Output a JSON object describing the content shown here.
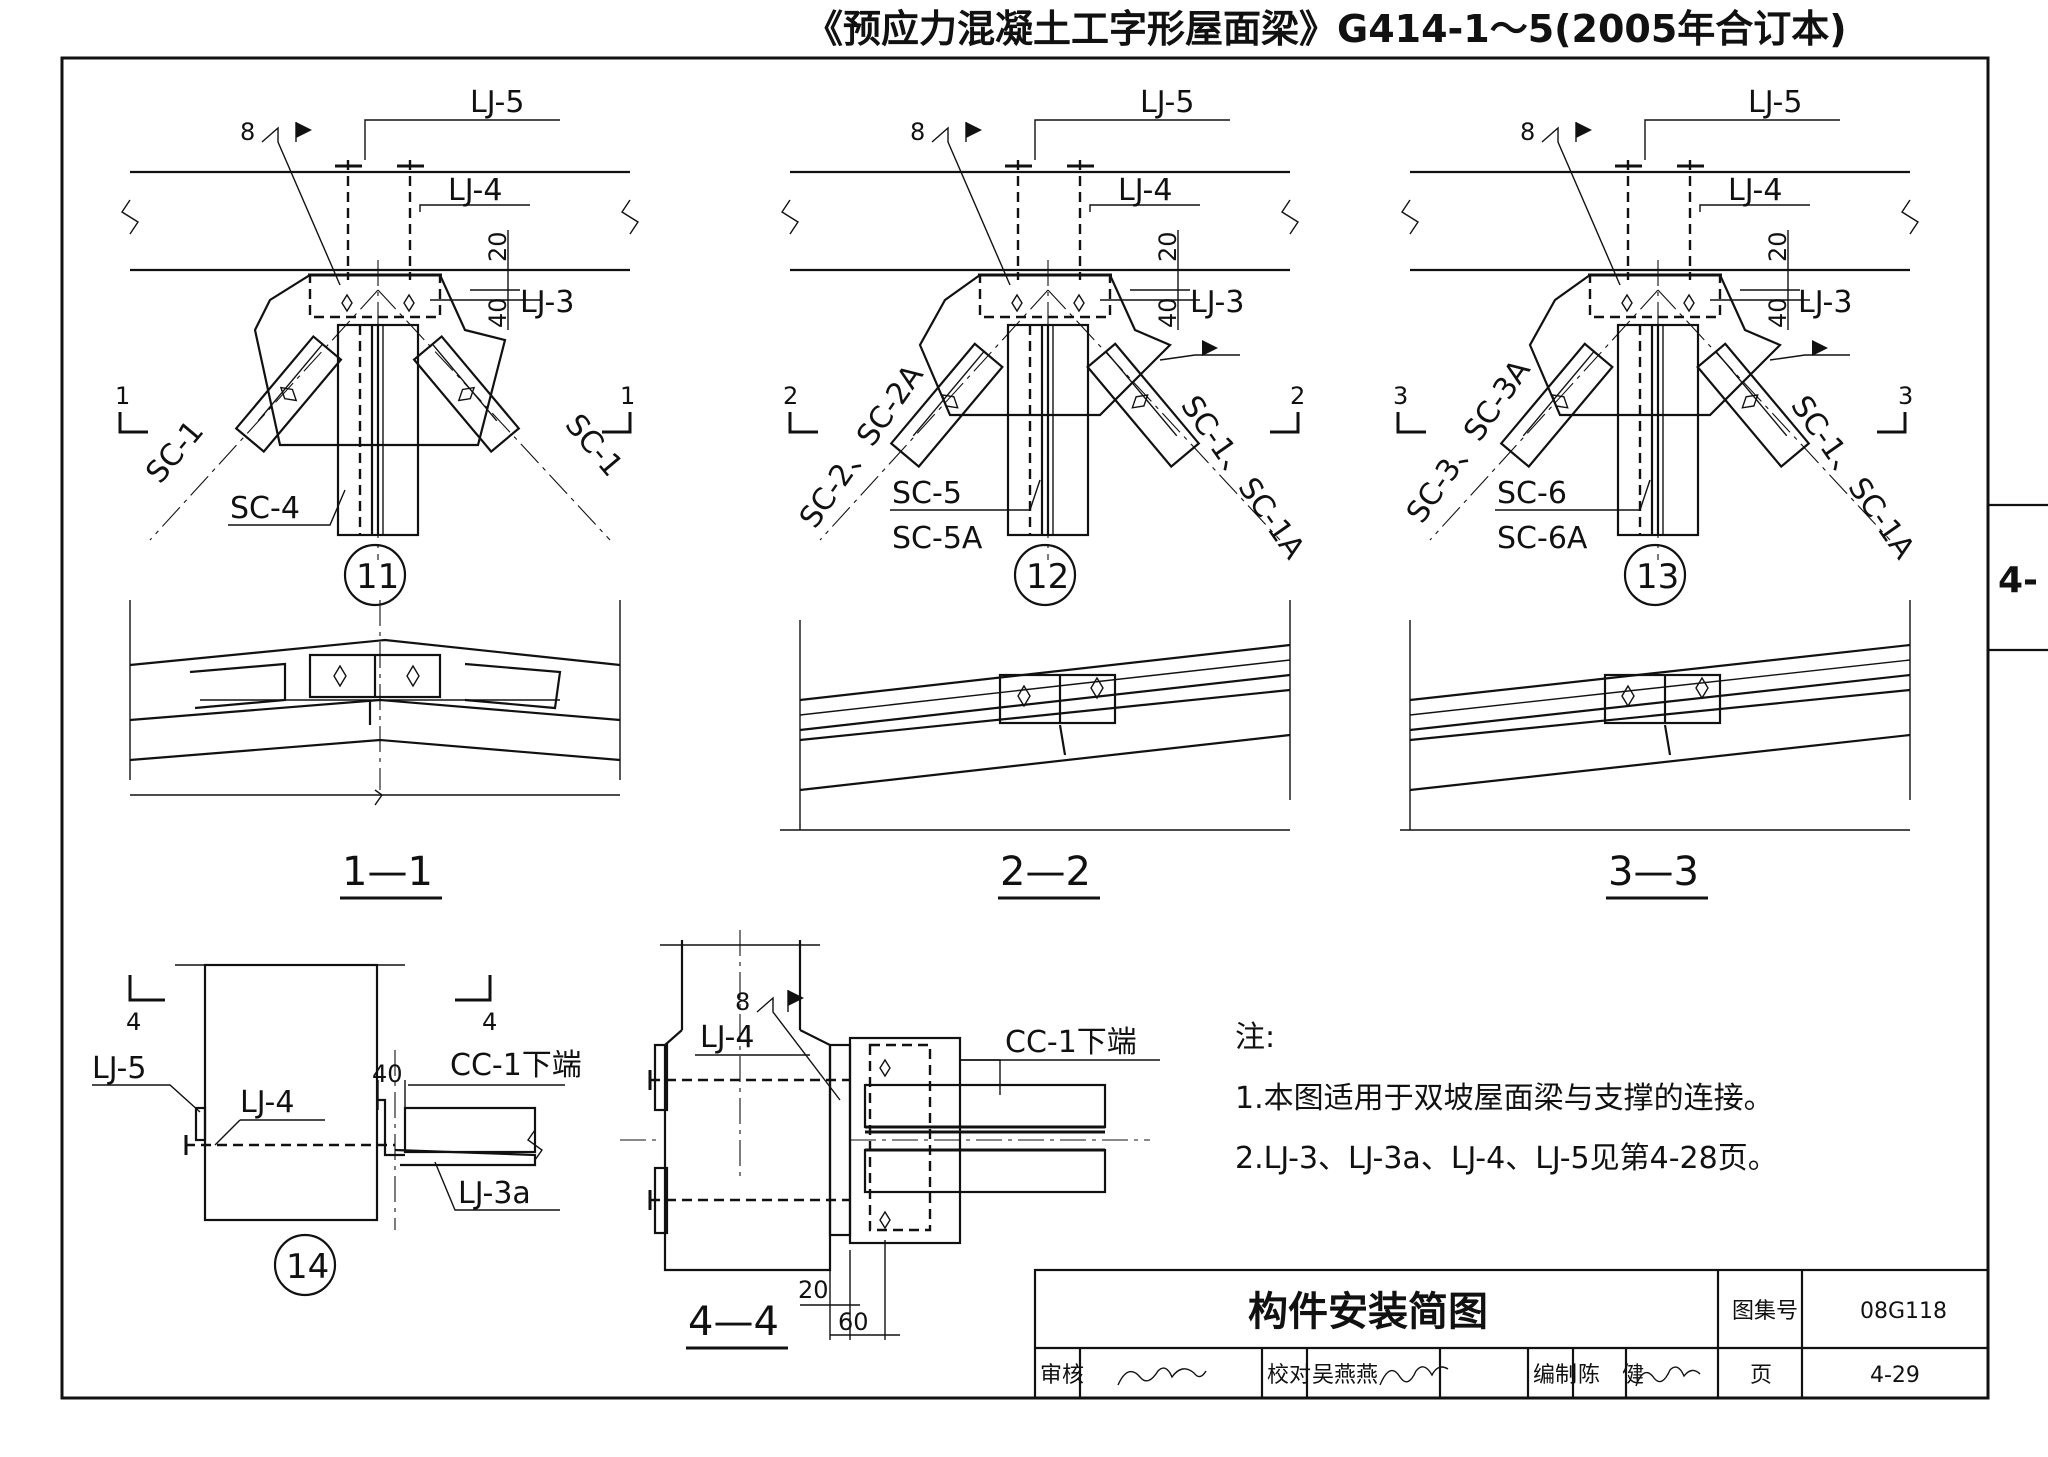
{
  "header": {
    "title": "《预应力混凝土工字形屋面梁》G414-1～5(2005年合订本)"
  },
  "side_tab": {
    "label": "4-"
  },
  "labels": {
    "lj3": "LJ-3",
    "lj4": "LJ-4",
    "lj5": "LJ-5",
    "lj3a": "LJ-3a",
    "weld8": "8",
    "dim20": "20",
    "dim40": "40",
    "dim60": "60",
    "sc1": "SC-1",
    "sc4": "SC-4",
    "sc2_2a": "SC-2、SC-2A",
    "sc1_1a": "SC-1、SC-1A",
    "sc5": "SC-5",
    "sc5a": "SC-5A",
    "sc3_3a": "SC-3、SC-3A",
    "sc6": "SC-6",
    "sc6a": "SC-6A",
    "cc1_lower": "CC-1下端",
    "sec1": "1",
    "sec2": "2",
    "sec3": "3",
    "sec4": "4"
  },
  "details": {
    "d11": "11",
    "d12": "12",
    "d13": "13",
    "d14": "14"
  },
  "sections": {
    "s11": "1—1",
    "s22": "2—2",
    "s33": "3—3",
    "s44": "4—4"
  },
  "notes": {
    "heading": "注:",
    "items": [
      "1.本图适用于双坡屋面梁与支撑的连接。",
      "2.LJ-3、LJ-3a、LJ-4、LJ-5见第4-28页。"
    ]
  },
  "title_block": {
    "drawing_title": "构件安装简图",
    "atlas_label": "图集号",
    "atlas_no": "08G118",
    "review_label": "审核",
    "check_label": "校对",
    "checker": "吴燕燕",
    "compile_label": "编制",
    "compiler": "陈　健",
    "page_label": "页",
    "page_no": "4-29"
  }
}
